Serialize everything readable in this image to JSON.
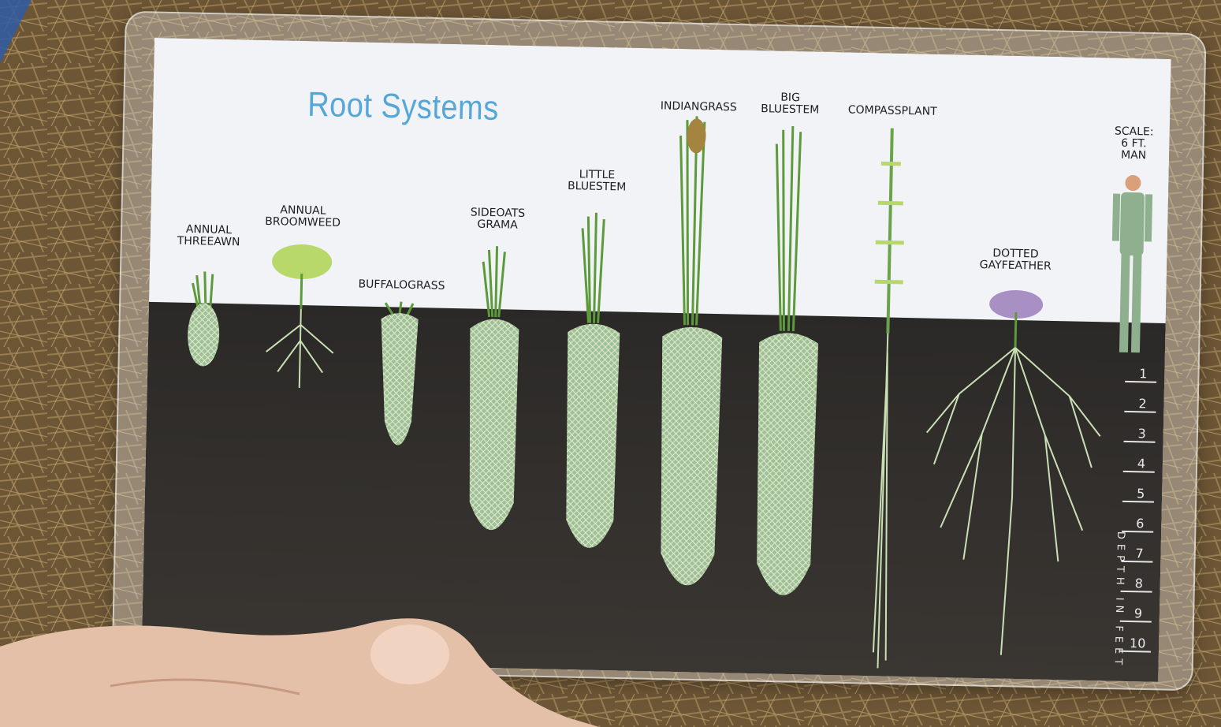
{
  "poster": {
    "title": "Root Systems",
    "labels": [
      {
        "id": "annual-threeawn",
        "text": "ANNUAL\nTHREEAWN"
      },
      {
        "id": "annual-broomweed",
        "text": "ANNUAL\nBROOMWEED"
      },
      {
        "id": "buffalograss",
        "text": "BUFFALOGRASS"
      },
      {
        "id": "sideoats-grama",
        "text": "SIDEOATS\nGRAMA"
      },
      {
        "id": "little-bluestem",
        "text": "LITTLE\nBLUESTEM"
      },
      {
        "id": "indiangrass",
        "text": "INDIANGRASS"
      },
      {
        "id": "big-bluestem",
        "text": "BIG\nBLUESTEM"
      },
      {
        "id": "compassplant",
        "text": "COMPASSPLANT"
      },
      {
        "id": "dotted-gayfeather",
        "text": "DOTTED\nGAYFEATHER"
      },
      {
        "id": "scale",
        "text": "SCALE:\n6 FT.\nMAN"
      }
    ],
    "depth_label": "DEPTH IN FEET",
    "depth_ticks": [
      "1",
      "2",
      "3",
      "4",
      "5",
      "6",
      "7",
      "8",
      "9",
      "10"
    ]
  },
  "colors": {
    "sky": "#f1f3f6",
    "soil": "#2e2c29",
    "root": "#c9dfb4",
    "grass": "#5c9a3c",
    "title": "#56a7d9",
    "background_straw": "#7b6440"
  }
}
